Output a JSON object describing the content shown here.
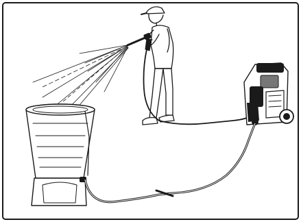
{
  "figure": {
    "depicts": [
      "person",
      "spray-gun",
      "water-spray",
      "pressure-washer",
      "rain-barrel",
      "hoses"
    ],
    "colors": {
      "ink": "#1a1a1a",
      "background": "#ffffff",
      "frame": "#1a1a1a"
    }
  }
}
